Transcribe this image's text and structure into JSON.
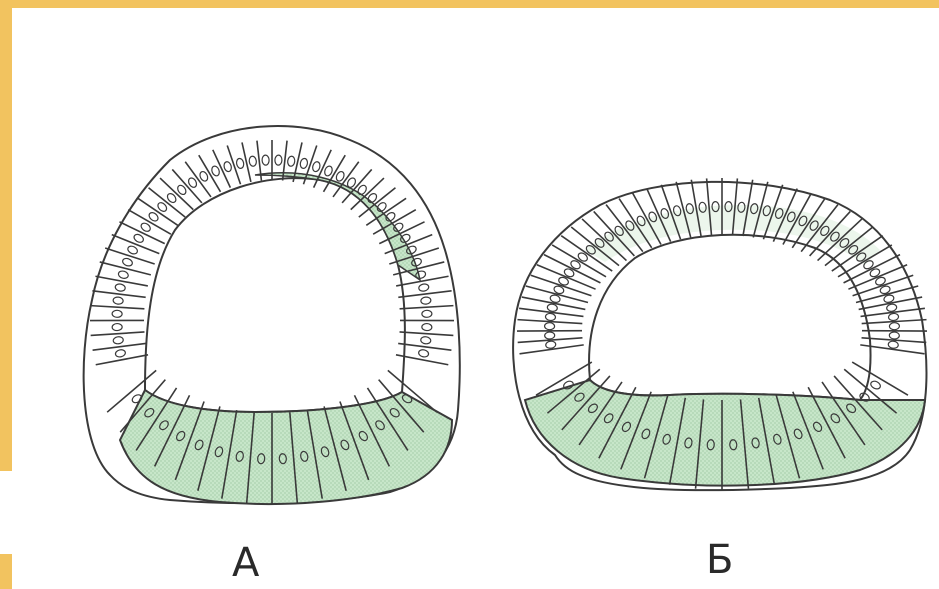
{
  "figure": {
    "label_a": "А",
    "label_b": "Б"
  },
  "colors": {
    "frame": "#f2c35f",
    "cell_outline": "#3a3a3a",
    "green_cells": "#bfe0c2",
    "white_cells": "#ffffff"
  },
  "icons": [
    "embryo-a-illustration",
    "embryo-b-illustration"
  ]
}
